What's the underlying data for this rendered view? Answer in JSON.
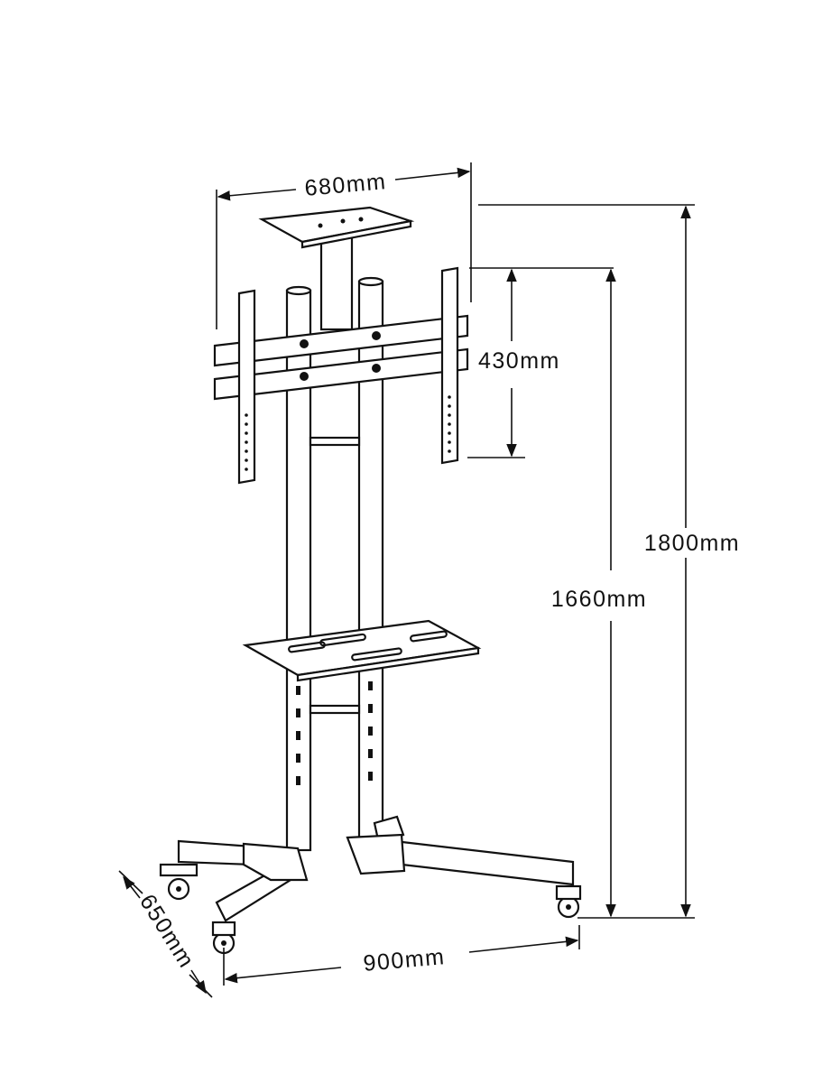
{
  "title": "Mobile TV stand dimension drawing",
  "dimensions": {
    "mount_width": "680mm",
    "mount_height": "430mm",
    "total_height": "1800mm",
    "mount_top_height": "1660mm",
    "base_depth": "650mm",
    "base_width": "900mm"
  },
  "colors": {
    "line": "#111111",
    "background": "#ffffff"
  }
}
